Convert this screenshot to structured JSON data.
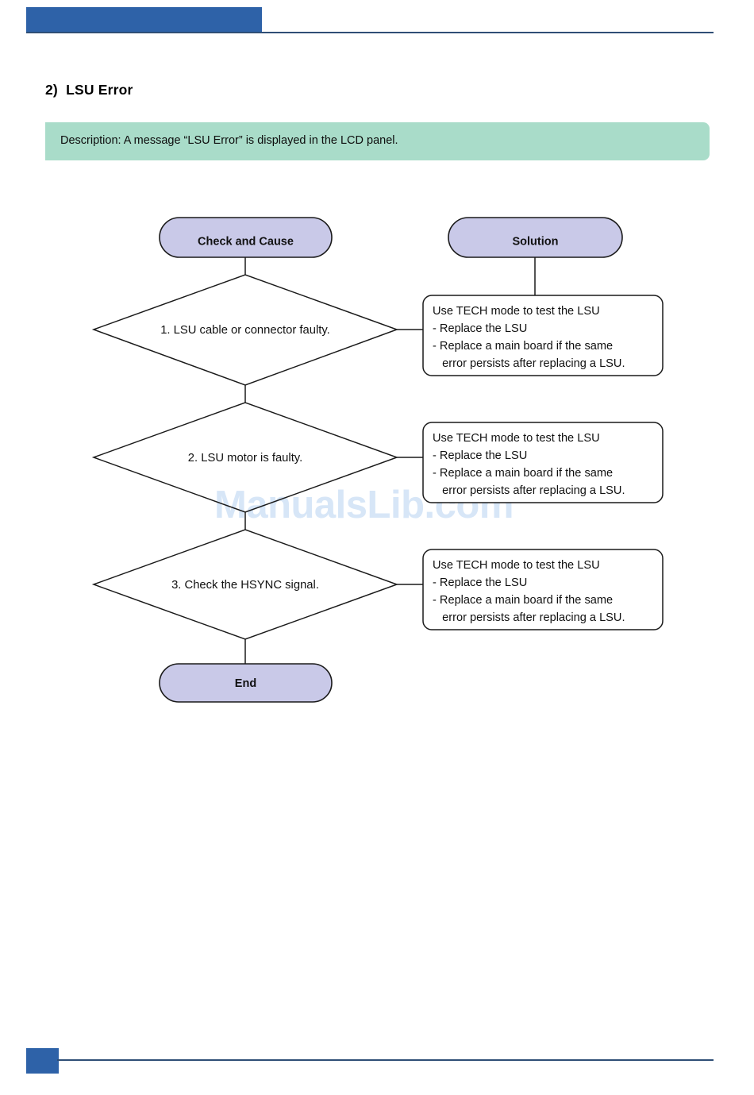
{
  "page": {
    "title": "2)  LSU Error",
    "description": "Description: A message “LSU Error” is displayed in the LCD panel.",
    "watermark": "ManualsLib.com"
  },
  "colors": {
    "header_blue": "#2e62a8",
    "rule_blue": "#2f4f76",
    "description_green": "#a9dcc9",
    "node_lavender": "#c9c9e8",
    "watermark_blue": "#d7e6f7",
    "stroke_black": "#1a1a1a"
  },
  "flowchart": {
    "headers": [
      {
        "id": "check-and-cause",
        "label": "Check and Cause"
      },
      {
        "id": "solution",
        "label": "Solution"
      }
    ],
    "steps": [
      {
        "id": "step-1",
        "condition": "1. LSU cable or connector faulty.",
        "solution": [
          "Use TECH mode to test the LSU",
          "- Replace the LSU",
          "- Replace a main board if the same",
          "   error persists after replacing a LSU."
        ]
      },
      {
        "id": "step-2",
        "condition": "2. LSU motor is faulty.",
        "solution": [
          "Use TECH mode to test the LSU",
          "- Replace the LSU",
          "- Replace a main board if the same",
          "   error persists after replacing a LSU."
        ]
      },
      {
        "id": "step-3",
        "condition": "3. Check the HSYNC signal.",
        "solution": [
          "Use TECH mode to test the LSU",
          "- Replace the LSU",
          "- Replace a main board if the same",
          "   error persists after replacing a LSU."
        ]
      }
    ],
    "terminator": {
      "id": "end",
      "label": "End"
    }
  }
}
